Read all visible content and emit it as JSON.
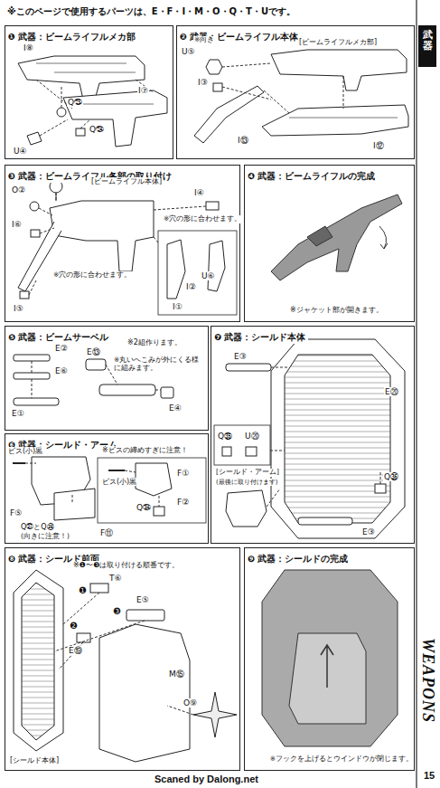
{
  "diagram": {
    "title": "※このページで使用するパーツは、E・F・I・M・O・Q・T・Uです。",
    "nodes": [
      {
        "text": [
          "❶ 武器：ビームライフルメカ部"
        ]
      },
      {
        "text": [
          "❷ 武器：ビームライフル本体"
        ]
      },
      {
        "text": [
          "❸ 武器：ビームライフル各部の取り付け"
        ]
      },
      {
        "text": [
          "❹ 武器：ビームライフルの完成"
        ]
      },
      {
        "text": [
          "❺ 武器：ビームサーベル"
        ]
      },
      {
        "text": [
          "❼ 武器：シールド本体"
        ]
      },
      {
        "text": [
          "❻ 武器：シールド・アーム"
        ]
      },
      {
        "text": [
          "❽ 武器：シールド前面"
        ]
      },
      {
        "text": [
          "❾ 武器：シールドの完成"
        ]
      },
      {
        "text": [
          "武器"
        ]
      }
    ],
    "labels": [
      "I⑧",
      "I⑦",
      "Q㉕",
      "Q㉔",
      "U④",
      "U⑤",
      "※向き",
      "I③",
      "[ビームライフルメカ部]",
      "I⑬",
      "I⑫",
      "O②",
      "I⑥",
      "[ビームライフル本体]",
      "I④",
      "※穴の形に合わせます。",
      "U⑥",
      "I②",
      "I①",
      "I⑤",
      "※穴の形に合わせます。",
      "※ジャケット部が開きます。",
      "E②",
      "E⑥",
      "E①",
      "E⑬",
      "※2組作ります。",
      "※丸いへこみが外にくる様に組みます。",
      "E④",
      "E③",
      "E⑳",
      "Q㉟",
      "U⑳",
      "[シールド・アーム]",
      "(最後に取り付けます)",
      "Q㊱",
      "E③",
      "ビス(小)黒",
      "※ビスの締めすぎに注意！",
      "F①",
      "ビス(小)黒",
      "Q㉞",
      "F②",
      "F⑤",
      "Q㊲とQ㊳",
      "(向きに注意！)",
      "F⑪",
      "※❶〜❸は取り付ける順番です。",
      "T⑥",
      "E⑤",
      "❶",
      "❸",
      "❷",
      "E⑲",
      "M⑮",
      "O⑨",
      "[シールド本体]",
      "※フックを上げるとウインドウが閉じます。",
      "WEAPONS",
      "15",
      "Scaned by Dalong.net"
    ]
  }
}
